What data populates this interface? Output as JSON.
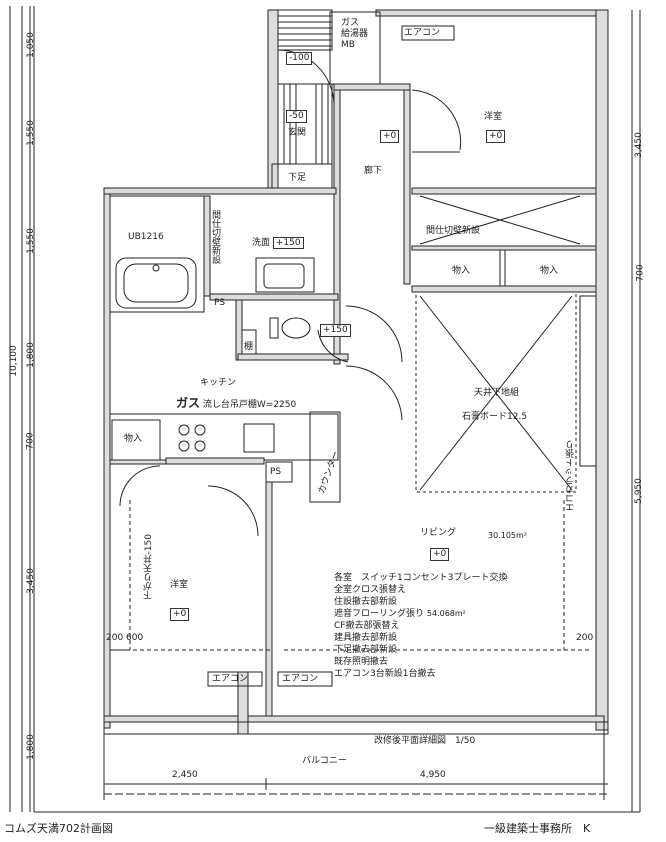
{
  "rooms": {
    "gas_heater": [
      "ガス",
      "給湯器",
      "MB"
    ],
    "aircon_top": "エアコン",
    "entry_step1": "-100",
    "entry_step2": "-50",
    "genkan": "玄関",
    "getabako": "下足",
    "hall": "廊下",
    "hall_level": "+0",
    "western1": "洋室",
    "western1_level": "+0",
    "partition_new1": "間仕切壁新設",
    "storage1": "物入",
    "storage2": "物入",
    "ub": "UB1216",
    "partition_new2": "間仕切壁新設",
    "washroom": "洗面",
    "washroom_level": "+150",
    "ps1": "PS",
    "shelf": "棚",
    "toilet_level": "+150",
    "kitchen": "キッチン",
    "kitchen_gas": "ガス",
    "kitchen_spec": "流し台吊戸棚W=2250",
    "storage3": "物入",
    "ps2": "PS",
    "counter": "カウンター",
    "ceiling_base": "天井下地組",
    "gypsum": "石膏ボード12.5",
    "ecocarat": "エコカラット張り",
    "living": "リビング",
    "living_area": "30.105m²",
    "living_level": "+0",
    "lowered_ceiling": "下がり天井-150",
    "western2": "洋室",
    "western2_level": "+0",
    "dim_200_600": "200 600",
    "dim_200_right": "200",
    "aircon_bottom1": "エアコン",
    "aircon_bottom2": "エアコン",
    "balcony": "バルコニー",
    "plan_title": "改修後平面詳細図　1/50"
  },
  "notes": [
    "各室　スイッチ1コンセント3プレート交換",
    "全室クロス張替え",
    "住設撤去部新設",
    "遮音フローリング張り",
    "CF撤去部張替え",
    "建具撤去部新設",
    "下足撤去部新設",
    "既存照明撤去",
    "エアコン3台新設1台撤去"
  ],
  "flooring_area": "54.068m²",
  "dimensions": {
    "left": [
      "1,050",
      "1,550",
      "1,550",
      "1,800",
      "700",
      "3,450",
      "1,800"
    ],
    "left_total": "10,100",
    "right": [
      "3,450",
      "700",
      "5,950"
    ],
    "bottom": [
      "2,450",
      "4,950"
    ]
  },
  "footer": {
    "left": "コムズ天満702計画図",
    "right": "一級建築士事務所　K"
  }
}
